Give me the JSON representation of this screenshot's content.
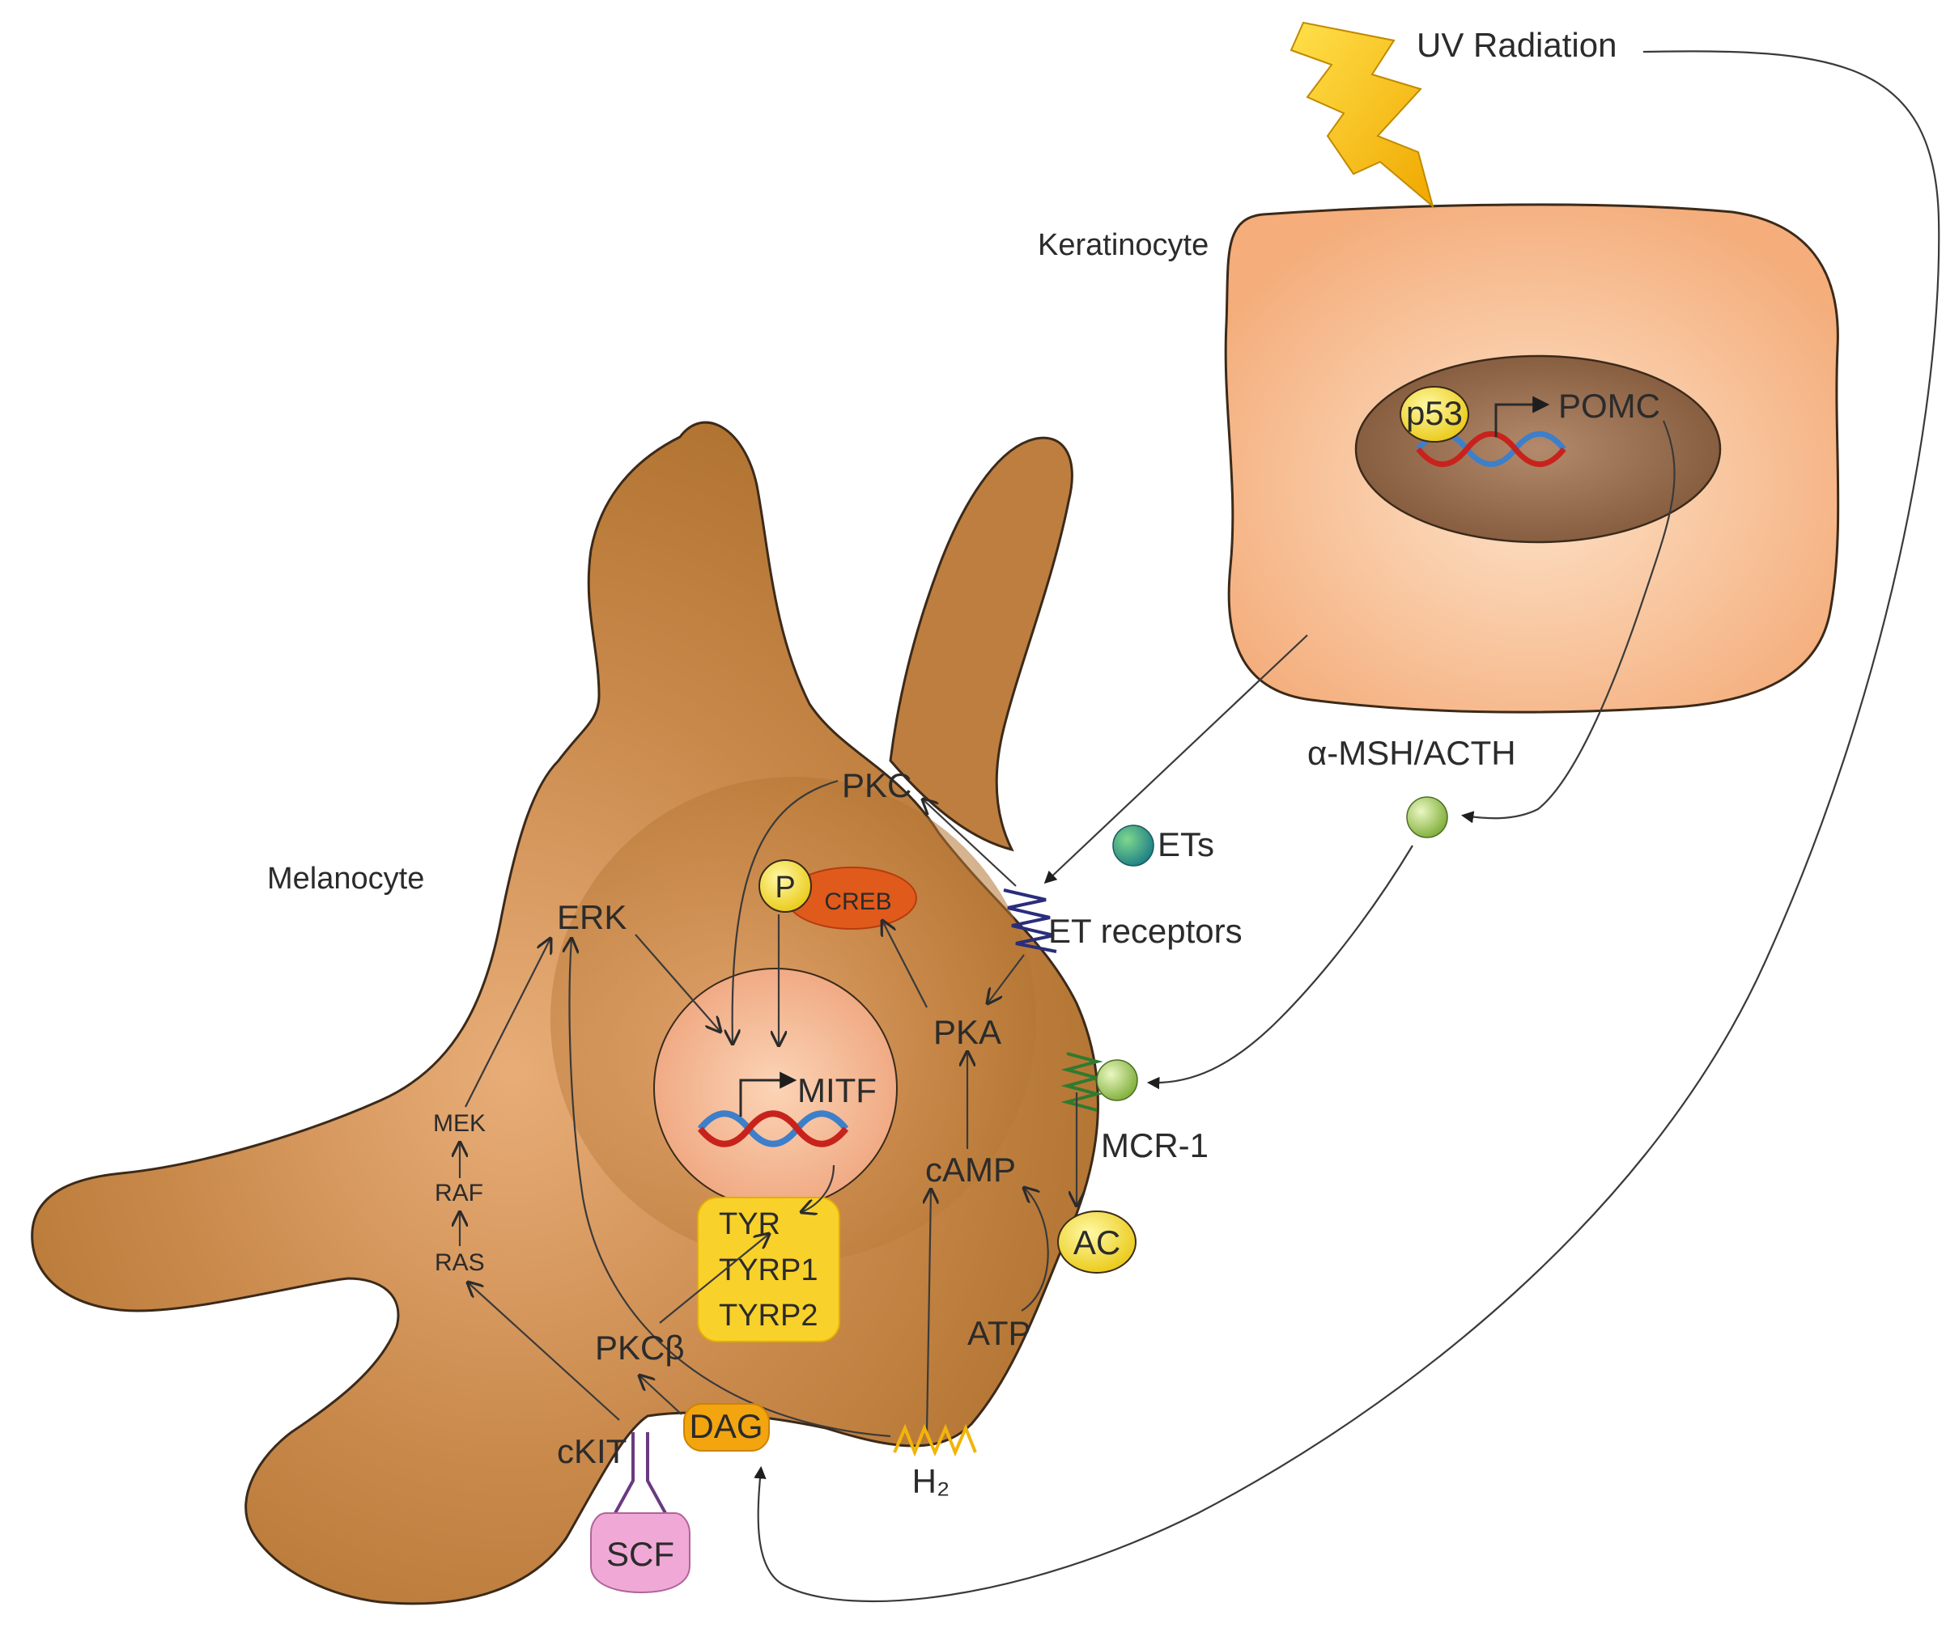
{
  "labels": {
    "uv_radiation": "UV Radiation",
    "keratinocyte": "Keratinocyte",
    "melanocyte": "Melanocyte",
    "p53": "p53",
    "pomc": "POMC",
    "msh_acth": "α-MSH/ACTH",
    "ets": "ETs",
    "et_receptors": "ET receptors",
    "mcr1": "MCR-1",
    "pkc": "PKC",
    "p": "P",
    "creb": "CREB",
    "erk": "ERK",
    "mek": "MEK",
    "raf": "RAF",
    "ras": "RAS",
    "mitf": "MITF",
    "pka": "PKA",
    "camp": "cAMP",
    "ac": "AC",
    "atp": "ATP",
    "tyr": "TYR",
    "tyrp1": "TYRP1",
    "tyrp2": "TYRP2",
    "pkcb": "PKCβ",
    "dag": "DAG",
    "ckit": "cKIT",
    "scf": "SCF",
    "h2": "H₂"
  },
  "colors": {
    "melanocyte_body": "#b87a3b",
    "melanocyte_glow": "#e0a46e",
    "keratinocyte_body": "#f6b98a",
    "keratinocyte_nucleus": "#8f6448",
    "mitf_nucleus": "#f2b58e",
    "lightning": "#f5c000",
    "yellow_node": "#f7e54a",
    "creb": "#e05a1c",
    "tyr_box": "#f8d12a",
    "dag": "#f2a50f",
    "scf": "#f0a9d6",
    "ets_sphere": "#2fa58a",
    "msh_sphere": "#9cc55a",
    "dna_red": "#c7231c",
    "dna_blue": "#3d7fc9"
  }
}
